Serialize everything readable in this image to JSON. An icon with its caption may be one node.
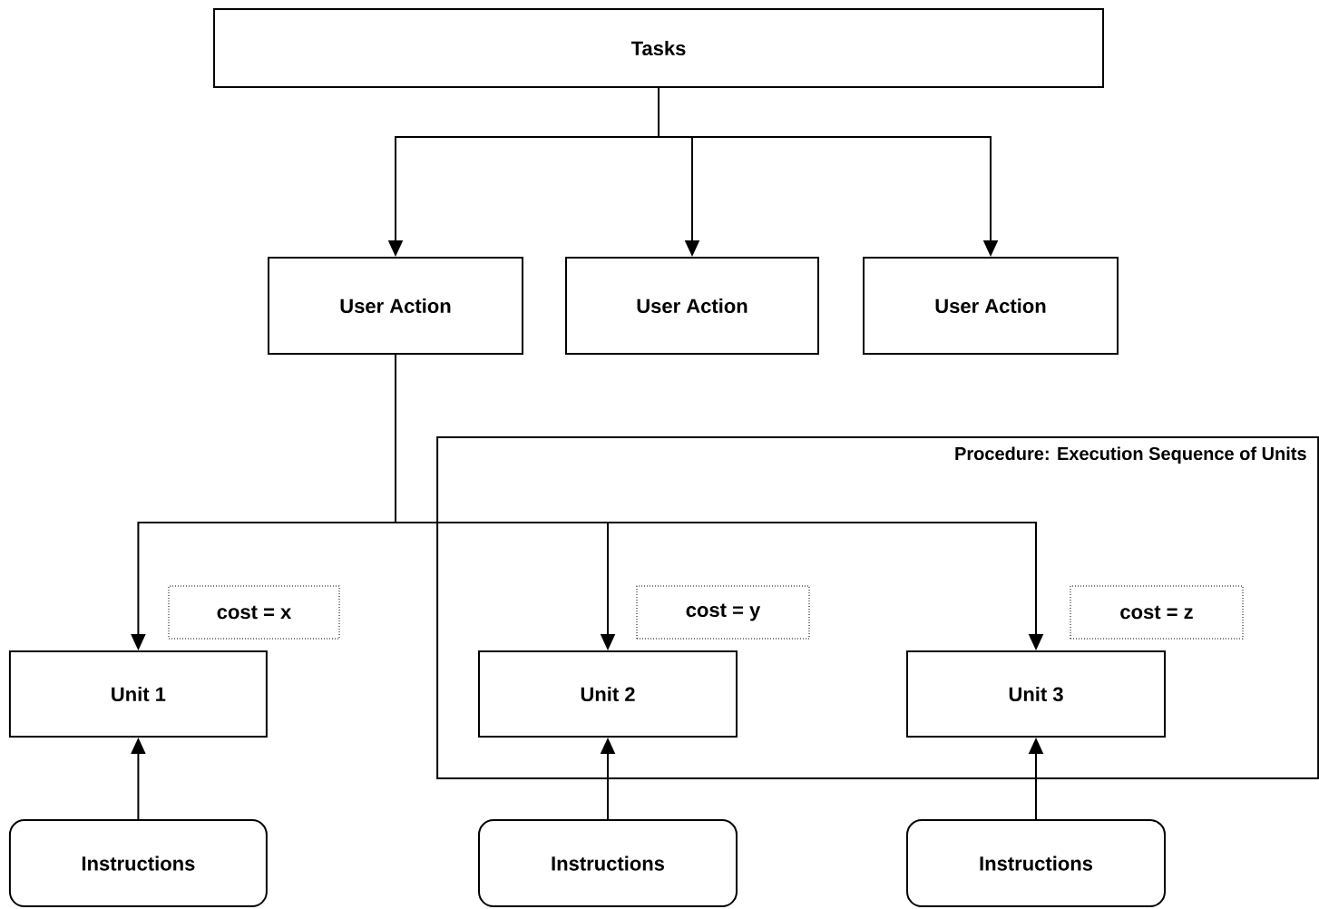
{
  "diagram": {
    "nodes": [
      {
        "text": [
          "Tasks"
        ]
      },
      {
        "text": [
          "User Action"
        ]
      },
      {
        "text": [
          "User Action"
        ]
      },
      {
        "text": [
          "User Action"
        ]
      },
      {
        "text": [
          "Procedure: Execution Sequence of Units"
        ]
      },
      {
        "text": [
          "cost = x"
        ]
      },
      {
        "text": [
          "cost = y"
        ],
        "in": 4
      },
      {
        "text": [
          "cost = z"
        ],
        "in": 4
      },
      {
        "text": [
          "Unit 1"
        ]
      },
      {
        "text": [
          "Unit 2"
        ],
        "in": 4
      },
      {
        "text": [
          "Unit 3"
        ],
        "in": 4
      },
      {
        "text": [
          "Instructions"
        ]
      },
      {
        "text": [
          "Instructions"
        ]
      },
      {
        "text": [
          "Instructions"
        ]
      }
    ],
    "edges": [
      {
        "from": 0,
        "to": 1,
        "arrow": "to"
      },
      {
        "from": 0,
        "to": 2,
        "arrow": "to"
      },
      {
        "from": 0,
        "to": 3,
        "arrow": "to"
      },
      {
        "from": 1,
        "to": 8,
        "arrow": "to"
      },
      {
        "from": 1,
        "to": 9,
        "arrow": "to"
      },
      {
        "from": 1,
        "to": 10,
        "arrow": "to"
      },
      {
        "from": 11,
        "to": 8,
        "arrow": "to"
      },
      {
        "from": 12,
        "to": 9,
        "arrow": "to"
      },
      {
        "from": 13,
        "to": 10,
        "arrow": "to"
      }
    ]
  }
}
